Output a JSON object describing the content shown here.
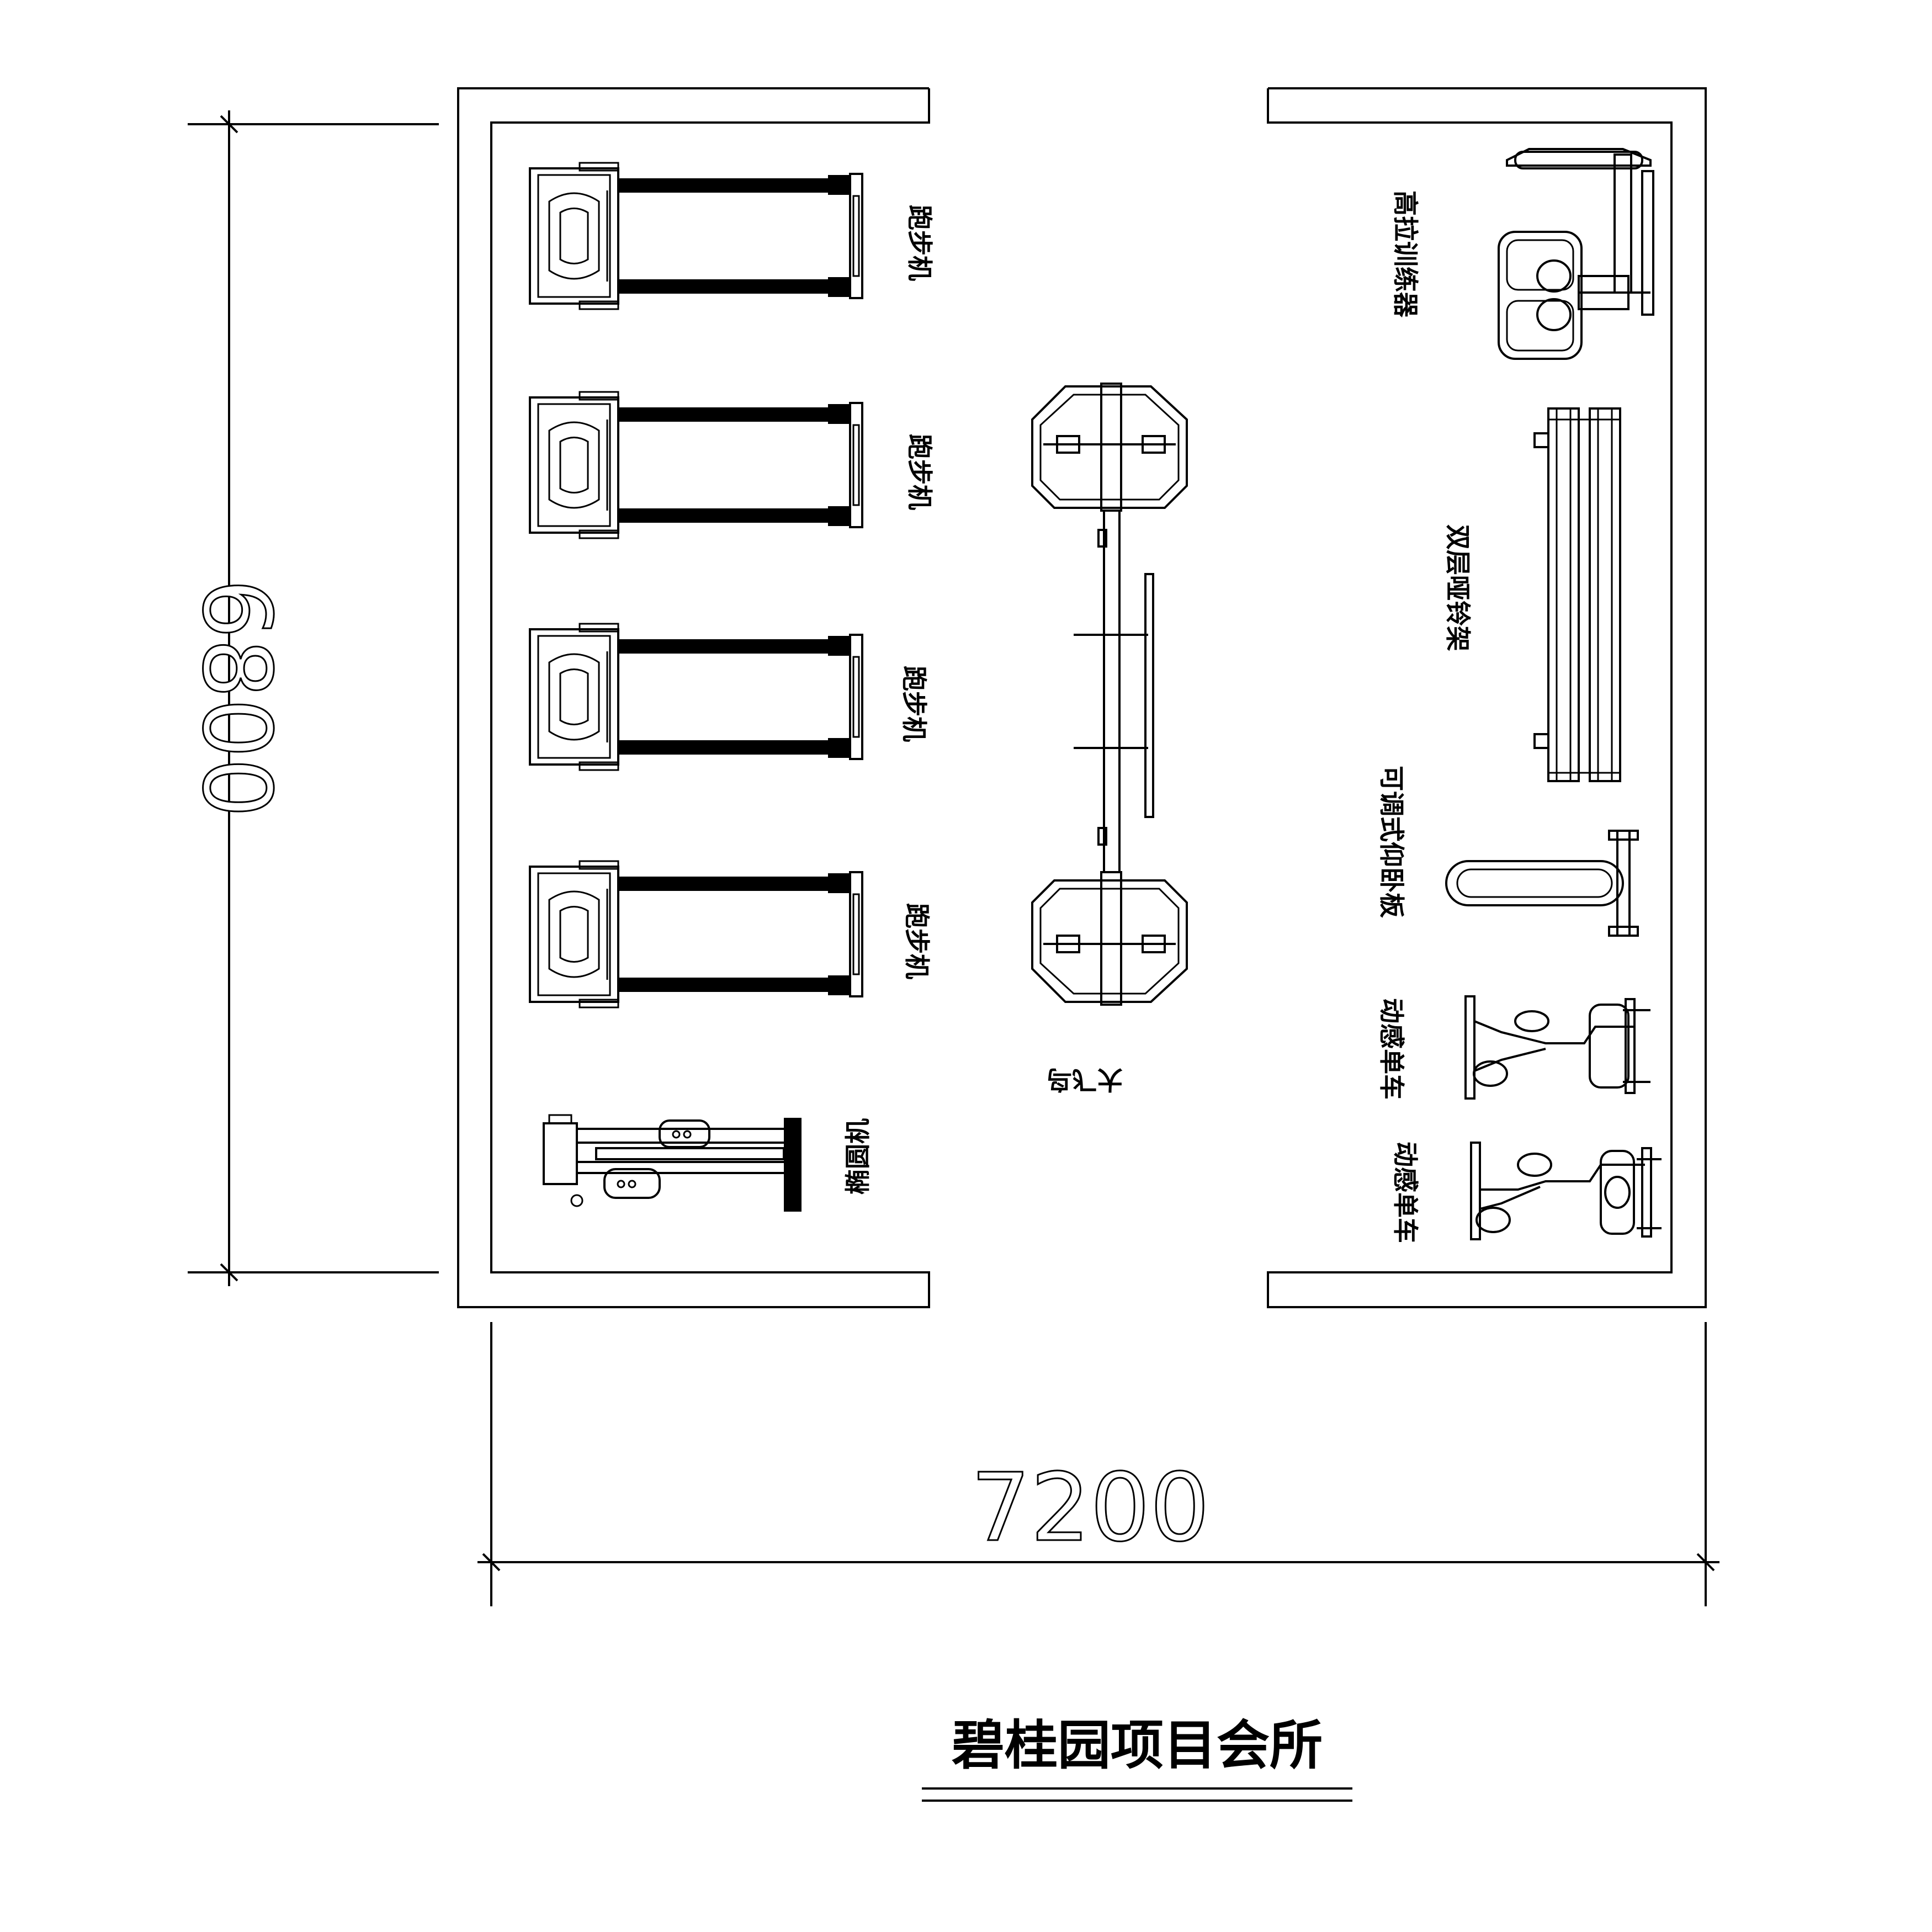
{
  "dimensions": {
    "height": "6800",
    "width": "7200"
  },
  "labels": {
    "treadmill": "跑步机",
    "elliptical": "椭圆机",
    "big_bird": "大飞鸟",
    "lat_pull": "高拉训练器",
    "dumbbell_rack": "双层哑铃架",
    "situp_board": "可调式仰卧板",
    "spin_bike": "动感单车"
  },
  "title": "碧桂园项目会所"
}
